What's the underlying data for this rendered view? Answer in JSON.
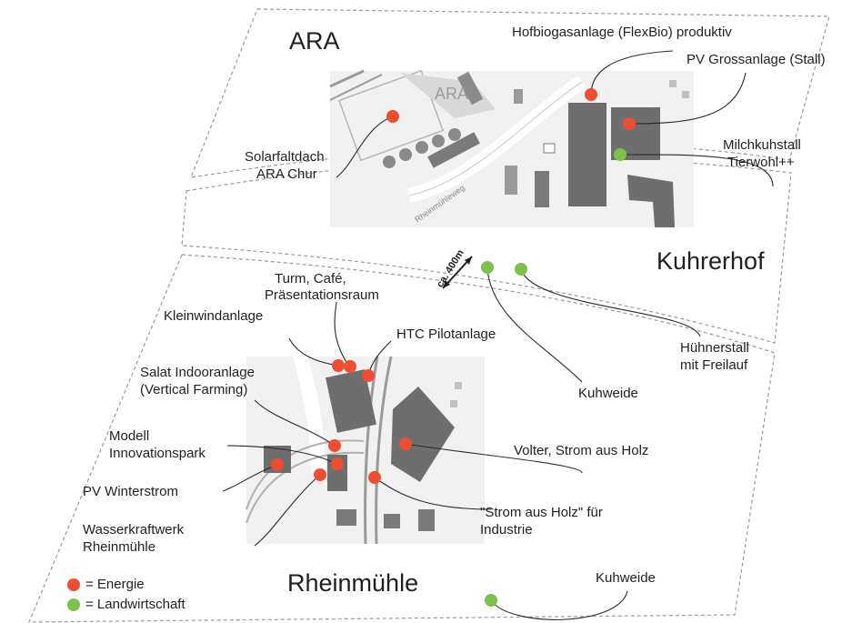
{
  "regions": {
    "ara": "ARA",
    "kuhrerhof": "Kuhrerhof",
    "rheinmuehle": "Rheinmühle"
  },
  "map_labels": {
    "ara": "ARA",
    "street": "Rheinmühleweg"
  },
  "distance": "ca. 400m",
  "labels": {
    "hofbiogas": "Hofbiogasanlage (FlexBio) produktiv",
    "pv_gross": "PV Grossanlage (Stall)",
    "milchkuh_1": "Milchkuhstall",
    "milchkuh_2": "Tierwohl++",
    "solarfalt_1": "Solarfaltdach",
    "solarfalt_2": "ARA Chur",
    "turm_1": "Turm, Café,",
    "turm_2": "Präsentationsraum",
    "kleinwind": "Kleinwindanlage",
    "htc": "HTC Pilotanlage",
    "salat_1": "Salat Indooranlage",
    "salat_2": "(Vertical Farming)",
    "modell_1": "Modell",
    "modell_2": "Innovationspark",
    "pv_winter": "PV Winterstrom",
    "wasser_1": "Wasserkraftwerk",
    "wasser_2": "Rheinmühle",
    "volter": "Volter, Strom aus Holz",
    "strom_1": "\"Strom aus Holz\" für",
    "strom_2": "Industrie",
    "kuhweide_mid": "Kuhweide",
    "huehner_1": "Hühnerstall",
    "huehner_2": "mit Freilauf",
    "kuhweide_bottom": "Kuhweide"
  },
  "legend": {
    "energy_label": "= Energie",
    "agri_label": "= Landwirtschaft"
  },
  "colors": {
    "energy": "#f04e30",
    "agriculture": "#7cc24a",
    "building": "#707070",
    "map_bg": "#f1f1f1"
  }
}
